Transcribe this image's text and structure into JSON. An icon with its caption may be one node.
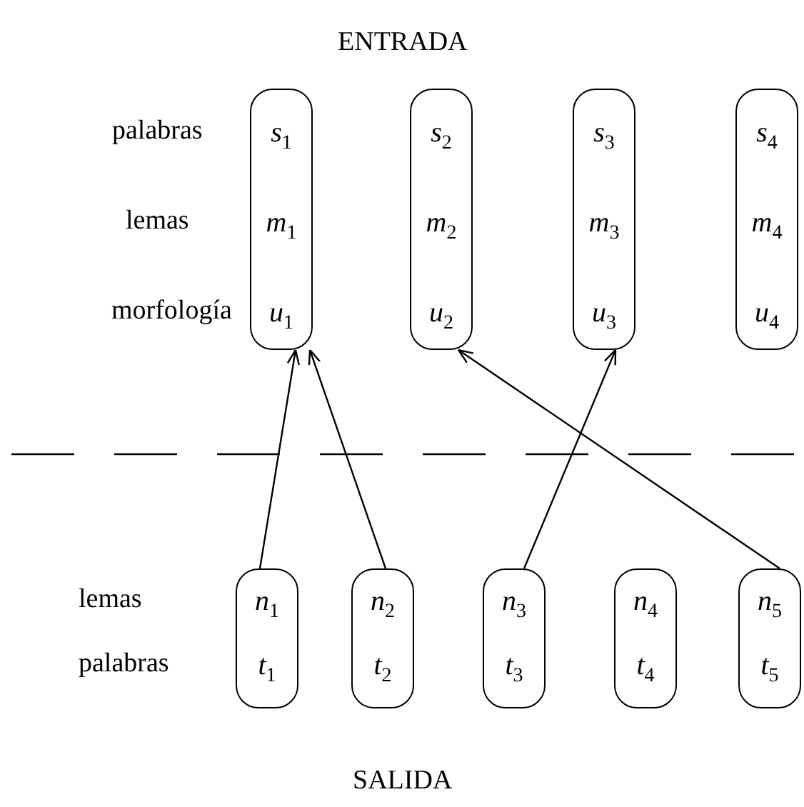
{
  "diagram": {
    "nodes": [
      {
        "text": [
          "s$_{1}$",
          "m$_{1}$",
          "u$_{1}$"
        ]
      },
      {
        "text": [
          "s$_{2}$",
          "m$_{2}$",
          "u$_{2}$"
        ]
      },
      {
        "text": [
          "s$_{3}$",
          "m$_{3}$",
          "u$_{3}$"
        ]
      },
      {
        "text": [
          "s$_{4}$",
          "m$_{4}$",
          "u$_{4}$"
        ]
      },
      {
        "text": [
          "n$_{1}$",
          "t$_{1}$"
        ]
      },
      {
        "text": [
          "n$_{2}$",
          "t$_{2}$"
        ]
      },
      {
        "text": [
          "n$_{3}$",
          "t$_{3}$"
        ]
      },
      {
        "text": [
          "n$_{4}$",
          "t$_{4}$"
        ]
      },
      {
        "text": [
          "n$_{5}$",
          "t$_{5}$"
        ]
      }
    ],
    "edges": [
      {
        "from": 4,
        "to": 0,
        "arrow": "to"
      },
      {
        "from": 5,
        "to": 0,
        "arrow": "to"
      },
      {
        "from": 6,
        "to": 2,
        "arrow": "to"
      },
      {
        "from": 8,
        "to": 1,
        "arrow": "to"
      }
    ],
    "labels": [
      "ENTRADA",
      "palabras",
      "lemas",
      "morfología",
      "lemas",
      "palabras",
      "SALIDA"
    ]
  }
}
